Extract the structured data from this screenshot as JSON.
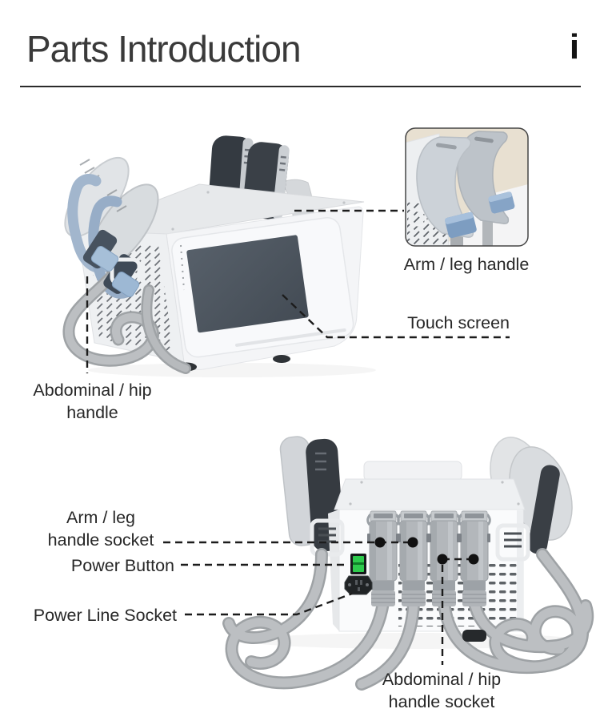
{
  "header": {
    "title": "Parts Introduction",
    "brand_mark": "i"
  },
  "top_figure": {
    "inset_caption": "Arm / leg handle",
    "touch_screen_label": "Touch screen",
    "abdominal_handle_label": {
      "line1": "Abdominal / hip",
      "line2": "handle"
    }
  },
  "bottom_figure": {
    "arm_leg_socket_label": {
      "line1": "Arm / leg",
      "line2": "handle socket"
    },
    "power_button_label": "Power Button",
    "power_line_socket_label": "Power Line Socket",
    "abdominal_socket_label": {
      "line1": "Abdominal / hip",
      "line2": "handle socket"
    }
  },
  "colors": {
    "text": "#2c2c2c",
    "callout_line": "#1c1c1c",
    "power_button_green": "#2ecb4d",
    "screen_dark": "#4a525c",
    "machine_body": "#f4f5f7",
    "handle_pad_blue": "#8ca9c9",
    "cable_gray": "#b6b9bb",
    "inset_background": "#e8e0d1"
  }
}
